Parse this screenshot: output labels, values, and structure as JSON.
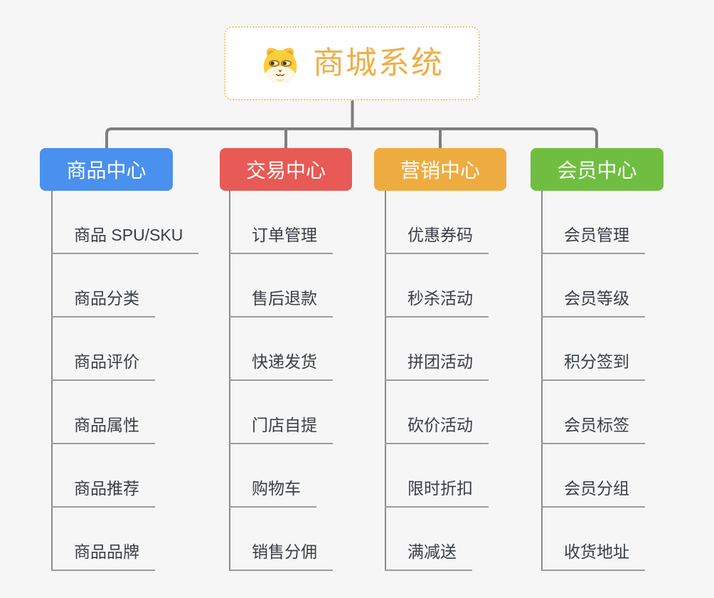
{
  "root": {
    "title": "商城系统",
    "icon": "dog-face-icon",
    "accent_color": "#F0AE48",
    "border_color": "#F4C473"
  },
  "connector_color": "#7E7E7E",
  "underline_color": "#9C9C9C",
  "branches": [
    {
      "label": "商品中心",
      "color": "#4A90EE",
      "items": [
        "商品 SPU/SKU",
        "商品分类",
        "商品评价",
        "商品属性",
        "商品推荐",
        "商品品牌"
      ]
    },
    {
      "label": "交易中心",
      "color": "#E75A55",
      "items": [
        "订单管理",
        "售后退款",
        "快递发货",
        "门店自提",
        "购物车",
        "销售分佣"
      ]
    },
    {
      "label": "营销中心",
      "color": "#EEAC40",
      "items": [
        "优惠券码",
        "秒杀活动",
        "拼团活动",
        "砍价活动",
        "限时折扣",
        "满减送"
      ]
    },
    {
      "label": "会员中心",
      "color": "#70BE41",
      "items": [
        "会员管理",
        "会员等级",
        "积分签到",
        "会员标签",
        "会员分组",
        "收货地址"
      ]
    }
  ]
}
